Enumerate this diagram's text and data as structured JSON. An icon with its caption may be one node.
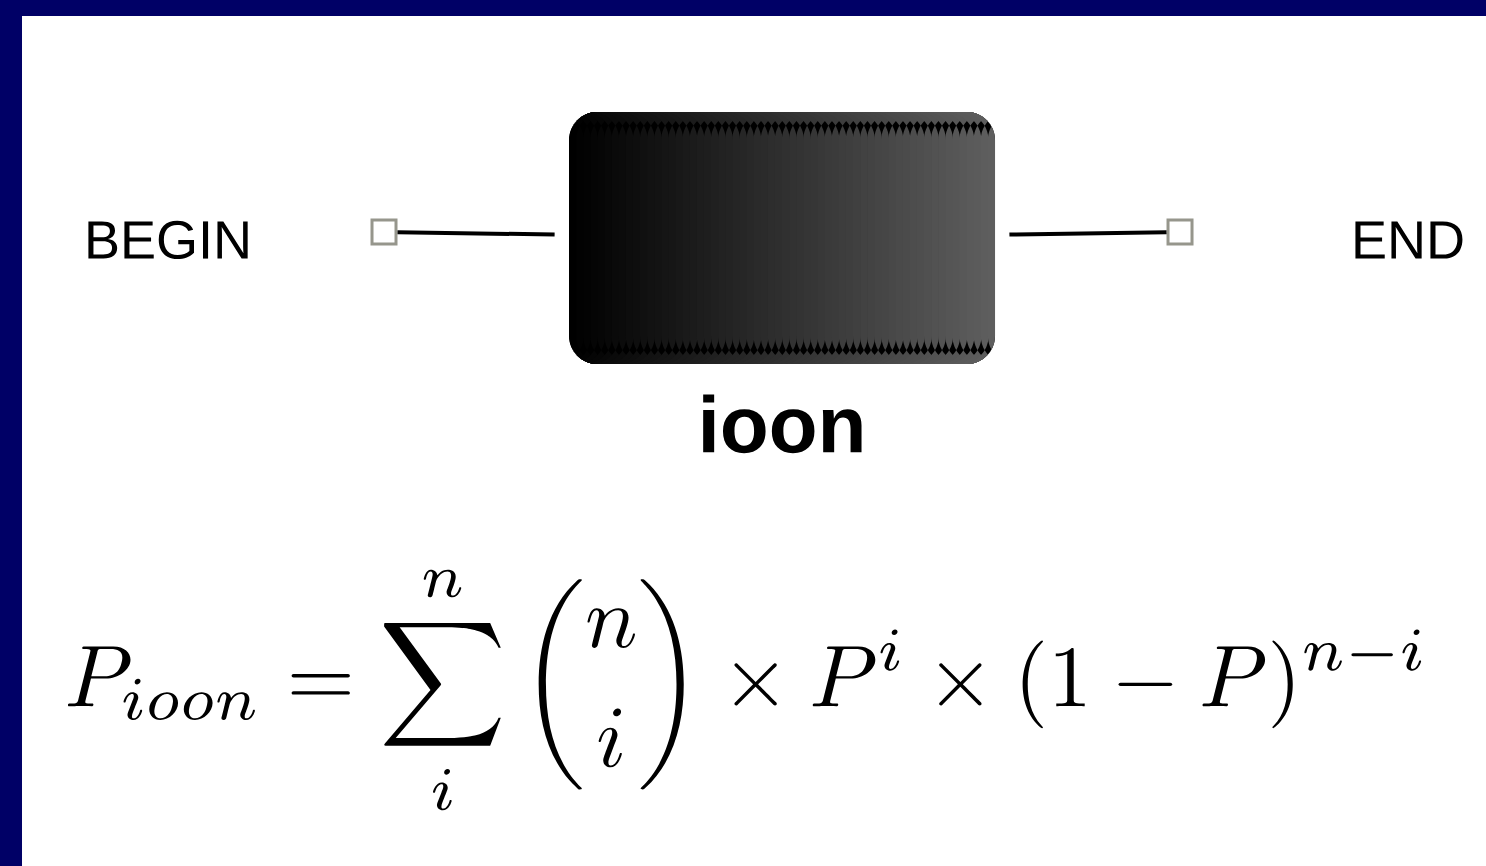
{
  "diagram": {
    "nodes": [
      {
        "text": [],
        "shape": "box"
      },
      {
        "text": [],
        "shape": "box",
        "beside": [
          "ioon"
        ]
      },
      {
        "text": [],
        "shape": "box"
      }
    ],
    "edges": [
      {
        "from": 0,
        "to": 1,
        "arrow": "none"
      },
      {
        "from": 1,
        "to": 2,
        "arrow": "none"
      }
    ],
    "labels": [
      "BEGIN",
      "END",
      "P_{ioon} = \\sum_{i}^{n} \\binom{n}{i} \\times P^{i} \\times (1-P)^{n-i}"
    ]
  }
}
